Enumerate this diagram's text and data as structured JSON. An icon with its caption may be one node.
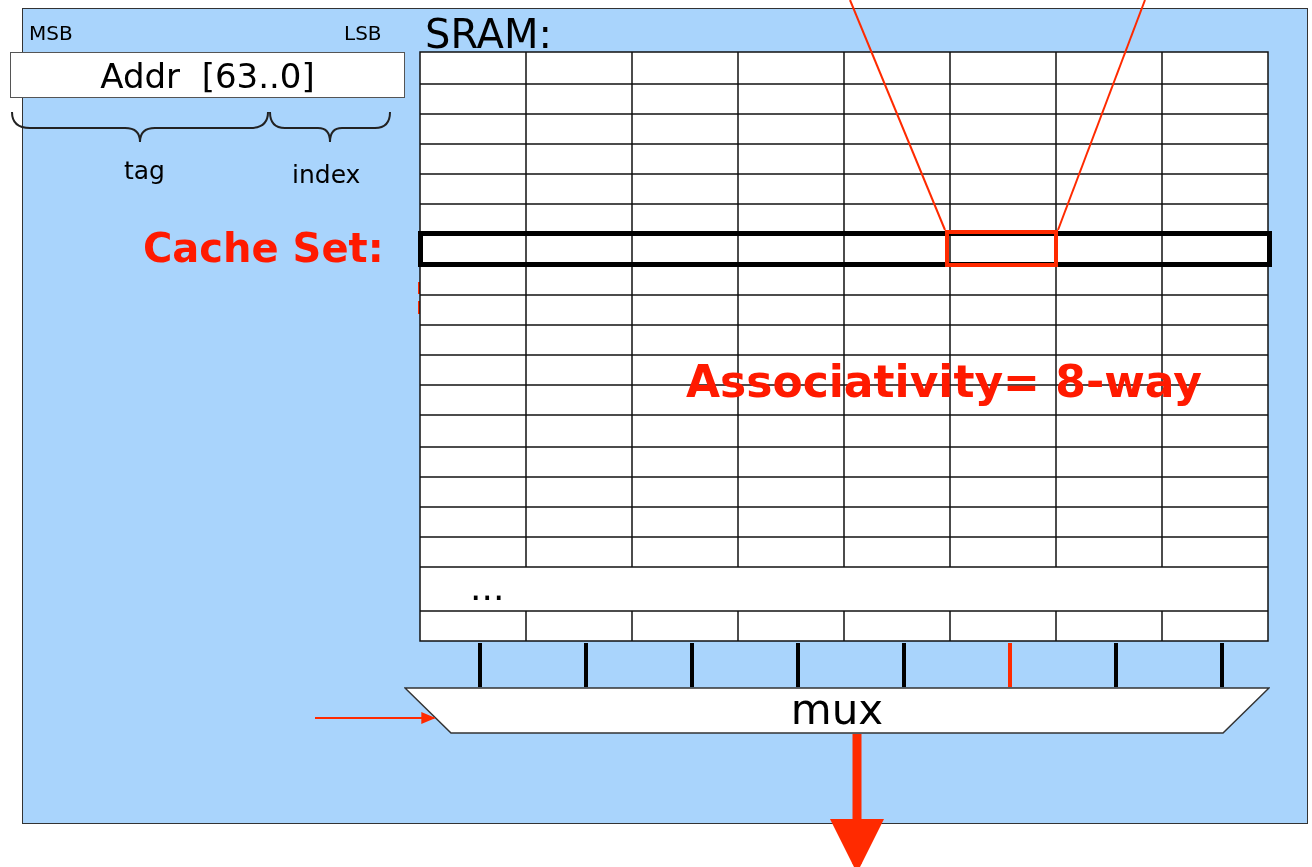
{
  "diagram": {
    "nodes": [
      {
        "text": [
          "Addr  [63..0]"
        ],
        "beside": [
          "MSB",
          "LSB"
        ]
      },
      {
        "text": [
          "SRAM:",
          "..."
        ]
      },
      {
        "text": [
          "Cache Set:"
        ],
        "in": 1
      },
      {
        "text": [],
        "shape": "box",
        "in": 2
      },
      {
        "text": [
          "mux"
        ]
      }
    ],
    "edges": [
      {
        "from": 1,
        "to": 4,
        "arrow": "none"
      },
      {
        "from": 1,
        "to": 4,
        "arrow": "none"
      },
      {
        "from": 1,
        "to": 4,
        "arrow": "none"
      },
      {
        "from": 1,
        "to": 4,
        "arrow": "none"
      },
      {
        "from": 1,
        "to": 4,
        "arrow": "none"
      },
      {
        "from": 1,
        "to": 4,
        "arrow": "none",
        "color": "#ff2a00"
      },
      {
        "from": 1,
        "to": 4,
        "arrow": "none"
      },
      {
        "from": 1,
        "to": 4,
        "arrow": "none"
      },
      {
        "from": null,
        "to": 4,
        "arrow": "to",
        "color": "#ff2a00"
      },
      {
        "from": 4,
        "to": null,
        "arrow": "to",
        "style": "thick",
        "color": "#ff2a00"
      },
      {
        "from": 3,
        "to": null,
        "arrow": "none",
        "color": "#ff2a00"
      },
      {
        "from": 3,
        "to": null,
        "arrow": "none",
        "color": "#ff2a00"
      }
    ],
    "labels": [
      "tag",
      "index",
      "Associativity= 8-way"
    ]
  }
}
